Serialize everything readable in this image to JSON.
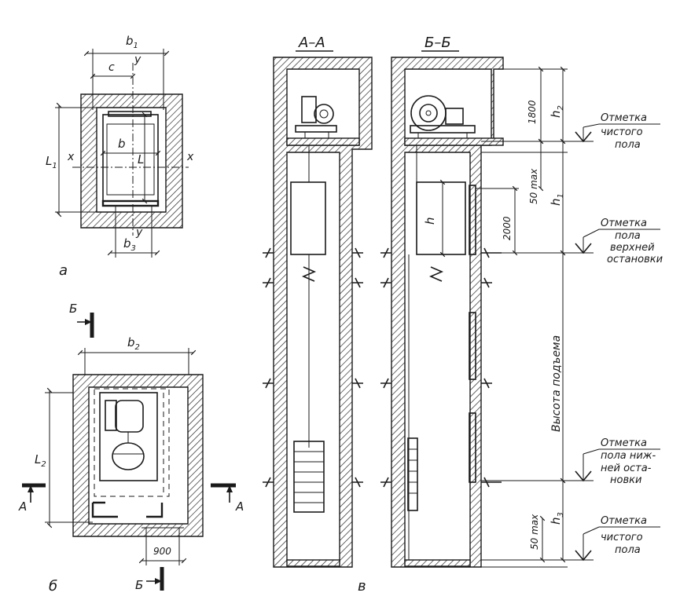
{
  "plan_a": {
    "label": "а",
    "dims": {
      "b1": "b",
      "b1_sub": "1",
      "c": "c",
      "y": "y",
      "y_bottom": "y",
      "L1": "L",
      "L1_sub": "1",
      "x_left": "x",
      "x_right": "x",
      "b": "b",
      "L": "L",
      "b3": "b",
      "b3_sub": "3"
    }
  },
  "plan_b": {
    "label": "б",
    "dims": {
      "b2": "b",
      "b2_sub": "2",
      "L2": "L",
      "L2_sub": "2",
      "d900": "900"
    },
    "cuts": {
      "A_left": "А",
      "A_right": "А",
      "B_top": "Б",
      "B_bottom": "Б"
    }
  },
  "sections": {
    "label": "в",
    "aa_title": "А–А",
    "bb_title": "Б–Б",
    "dims": {
      "d1800": "1800",
      "h2": "h",
      "h2_sub": "2",
      "d50max_top": "50 max",
      "h1": "h",
      "h1_sub": "1",
      "h": "h",
      "d2000": "2000",
      "lift_height": "Высота подъема",
      "d50max_bottom": "50 max",
      "h3": "h",
      "h3_sub": "3"
    }
  },
  "marks": {
    "clean_floor_top": [
      "Отметка",
      "чистого",
      "пола"
    ],
    "upper_stop": [
      "Отметка",
      "пола",
      "верхней",
      "остановки"
    ],
    "lower_stop": [
      "Отметка",
      "пола ниж-",
      "ней оста-",
      "новки"
    ],
    "clean_floor_bottom": [
      "Отметка",
      "чистого",
      "пола"
    ]
  }
}
